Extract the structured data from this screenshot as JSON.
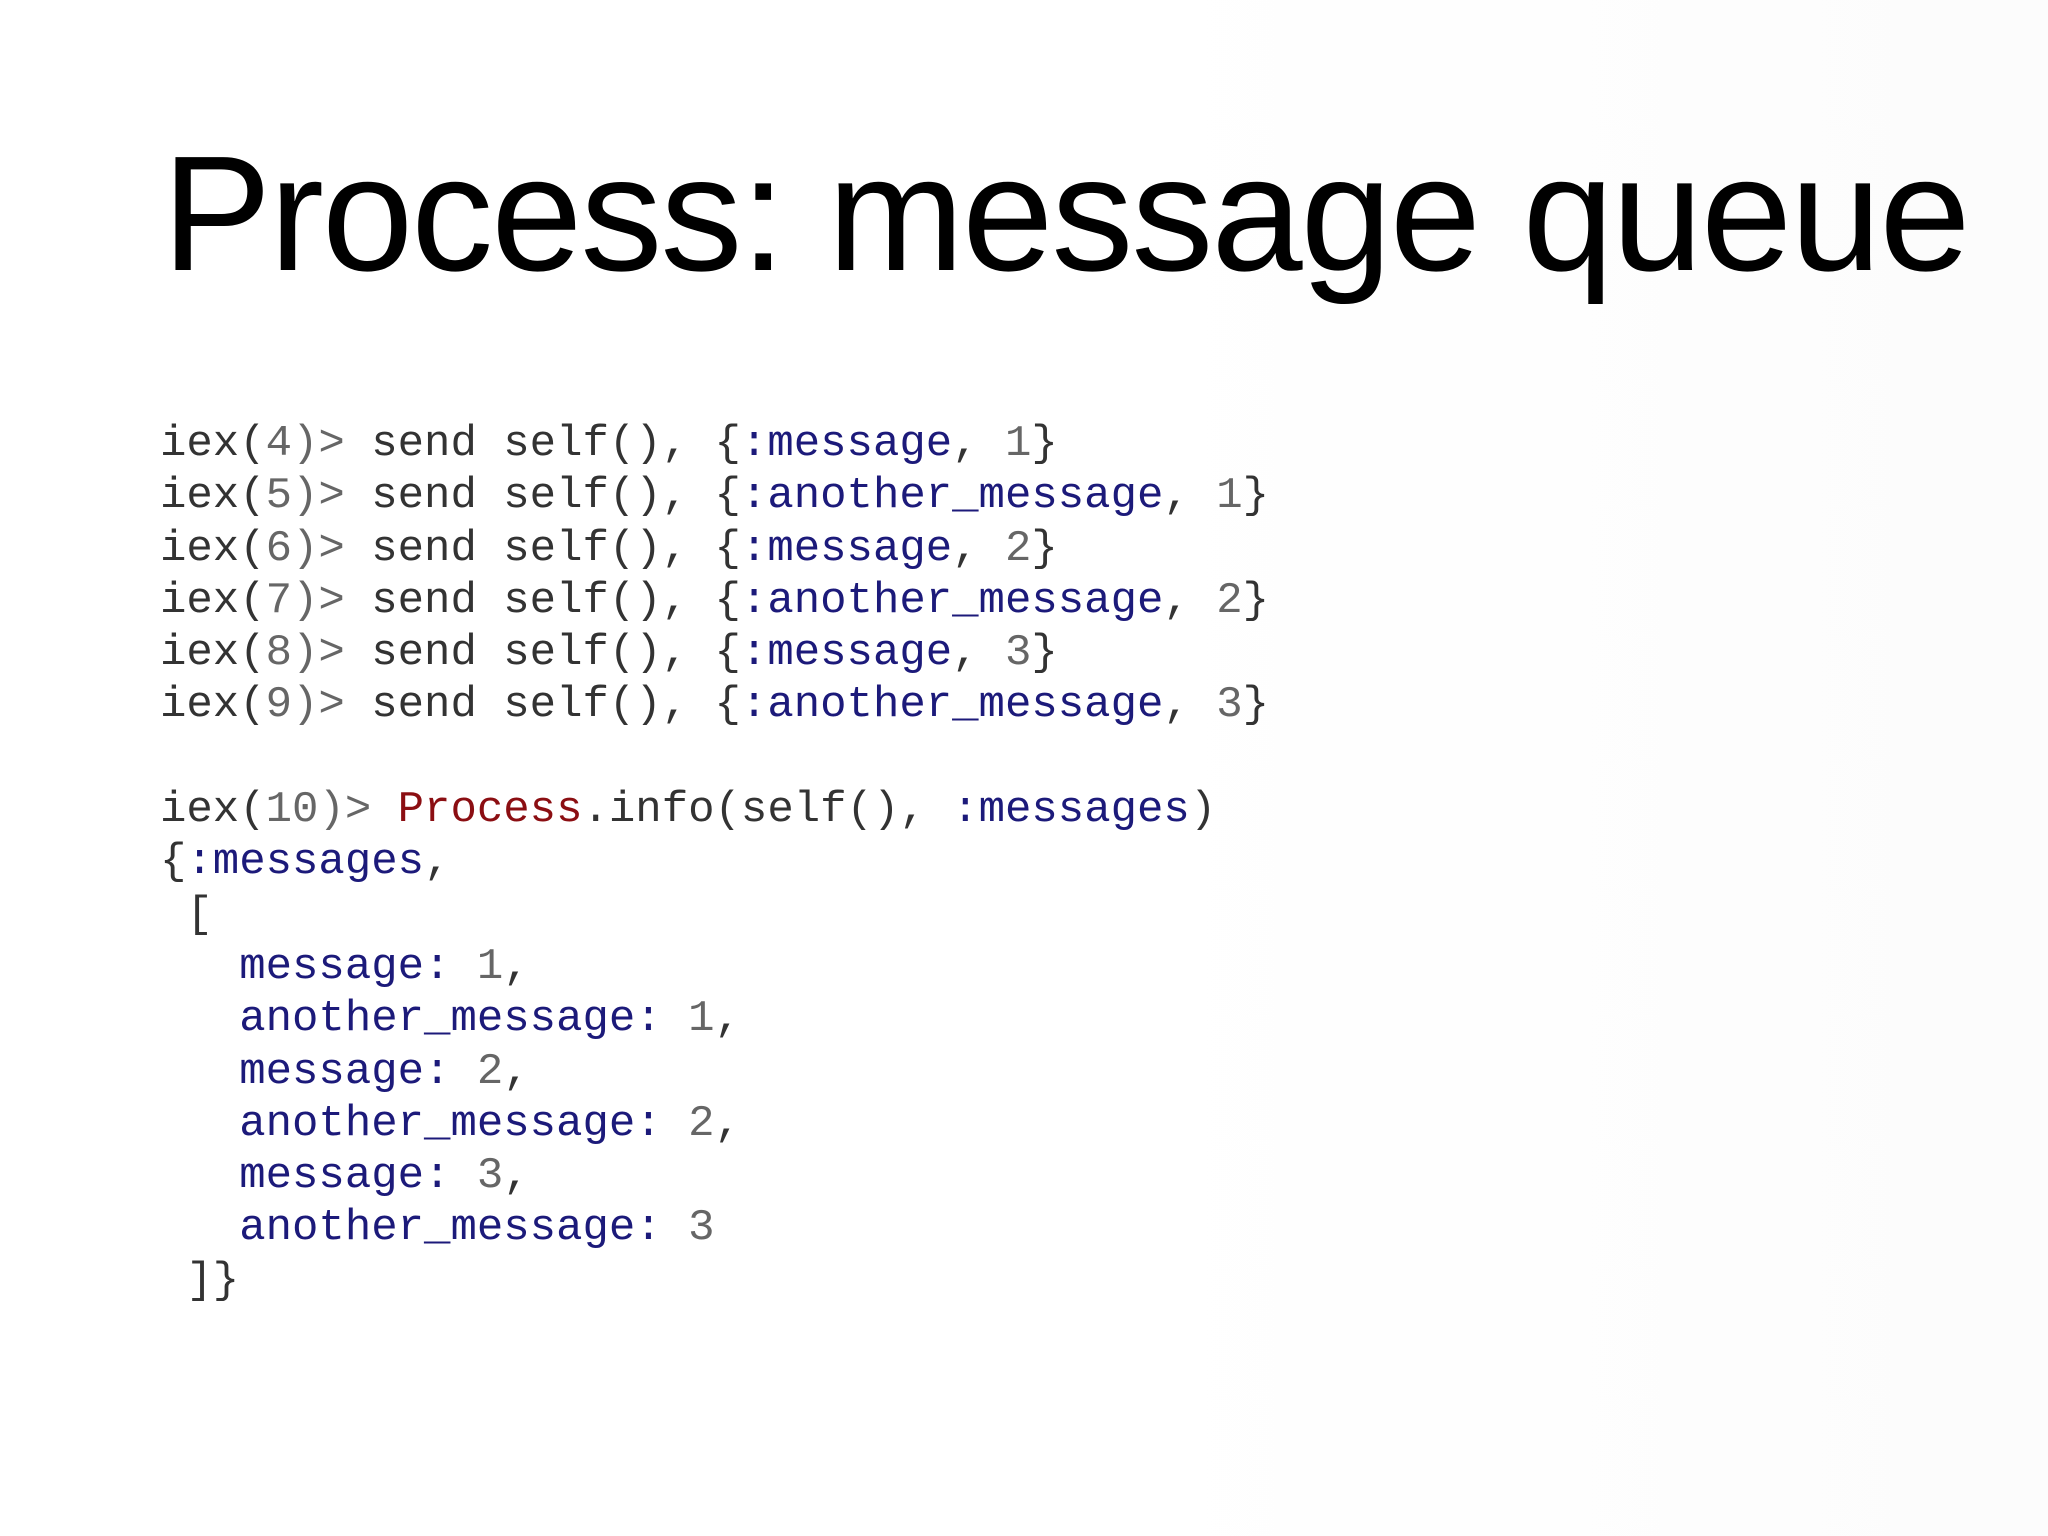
{
  "title": "Process: message queue",
  "colors": {
    "text": "#333333",
    "muted": "#666666",
    "atom": "#1c1a7a",
    "module": "#8b0e12"
  },
  "code_lines": [
    [
      {
        "t": "iex(",
        "c": "plain"
      },
      {
        "t": "4",
        "c": "number"
      },
      {
        "t": ")>",
        "c": "prompt"
      },
      {
        "t": " send self(), {",
        "c": "plain"
      },
      {
        "t": ":message",
        "c": "atom"
      },
      {
        "t": ", ",
        "c": "plain"
      },
      {
        "t": "1",
        "c": "number"
      },
      {
        "t": "}",
        "c": "plain"
      }
    ],
    [
      {
        "t": "iex(",
        "c": "plain"
      },
      {
        "t": "5",
        "c": "number"
      },
      {
        "t": ")>",
        "c": "prompt"
      },
      {
        "t": " send self(), {",
        "c": "plain"
      },
      {
        "t": ":another_message",
        "c": "atom"
      },
      {
        "t": ", ",
        "c": "plain"
      },
      {
        "t": "1",
        "c": "number"
      },
      {
        "t": "}",
        "c": "plain"
      }
    ],
    [
      {
        "t": "iex(",
        "c": "plain"
      },
      {
        "t": "6",
        "c": "number"
      },
      {
        "t": ")>",
        "c": "prompt"
      },
      {
        "t": " send self(), {",
        "c": "plain"
      },
      {
        "t": ":message",
        "c": "atom"
      },
      {
        "t": ", ",
        "c": "plain"
      },
      {
        "t": "2",
        "c": "number"
      },
      {
        "t": "}",
        "c": "plain"
      }
    ],
    [
      {
        "t": "iex(",
        "c": "plain"
      },
      {
        "t": "7",
        "c": "number"
      },
      {
        "t": ")>",
        "c": "prompt"
      },
      {
        "t": " send self(), {",
        "c": "plain"
      },
      {
        "t": ":another_message",
        "c": "atom"
      },
      {
        "t": ", ",
        "c": "plain"
      },
      {
        "t": "2",
        "c": "number"
      },
      {
        "t": "}",
        "c": "plain"
      }
    ],
    [
      {
        "t": "iex(",
        "c": "plain"
      },
      {
        "t": "8",
        "c": "number"
      },
      {
        "t": ")>",
        "c": "prompt"
      },
      {
        "t": " send self(), {",
        "c": "plain"
      },
      {
        "t": ":message",
        "c": "atom"
      },
      {
        "t": ", ",
        "c": "plain"
      },
      {
        "t": "3",
        "c": "number"
      },
      {
        "t": "}",
        "c": "plain"
      }
    ],
    [
      {
        "t": "iex(",
        "c": "plain"
      },
      {
        "t": "9",
        "c": "number"
      },
      {
        "t": ")>",
        "c": "prompt"
      },
      {
        "t": " send self(), {",
        "c": "plain"
      },
      {
        "t": ":another_message",
        "c": "atom"
      },
      {
        "t": ", ",
        "c": "plain"
      },
      {
        "t": "3",
        "c": "number"
      },
      {
        "t": "}",
        "c": "plain"
      }
    ],
    [],
    [
      {
        "t": "iex(",
        "c": "plain"
      },
      {
        "t": "10",
        "c": "number"
      },
      {
        "t": ")>",
        "c": "prompt"
      },
      {
        "t": " ",
        "c": "plain"
      },
      {
        "t": "Process",
        "c": "module"
      },
      {
        "t": ".info(self(), ",
        "c": "plain"
      },
      {
        "t": ":messages",
        "c": "atom"
      },
      {
        "t": ")",
        "c": "plain"
      }
    ],
    [
      {
        "t": "{",
        "c": "plain"
      },
      {
        "t": ":messages",
        "c": "atom"
      },
      {
        "t": ",",
        "c": "plain"
      }
    ],
    [
      {
        "t": " [",
        "c": "plain"
      }
    ],
    [
      {
        "t": "   ",
        "c": "plain"
      },
      {
        "t": "message:",
        "c": "atom"
      },
      {
        "t": " ",
        "c": "plain"
      },
      {
        "t": "1",
        "c": "number"
      },
      {
        "t": ",",
        "c": "plain"
      }
    ],
    [
      {
        "t": "   ",
        "c": "plain"
      },
      {
        "t": "another_message:",
        "c": "atom"
      },
      {
        "t": " ",
        "c": "plain"
      },
      {
        "t": "1",
        "c": "number"
      },
      {
        "t": ",",
        "c": "plain"
      }
    ],
    [
      {
        "t": "   ",
        "c": "plain"
      },
      {
        "t": "message:",
        "c": "atom"
      },
      {
        "t": " ",
        "c": "plain"
      },
      {
        "t": "2",
        "c": "number"
      },
      {
        "t": ",",
        "c": "plain"
      }
    ],
    [
      {
        "t": "   ",
        "c": "plain"
      },
      {
        "t": "another_message:",
        "c": "atom"
      },
      {
        "t": " ",
        "c": "plain"
      },
      {
        "t": "2",
        "c": "number"
      },
      {
        "t": ",",
        "c": "plain"
      }
    ],
    [
      {
        "t": "   ",
        "c": "plain"
      },
      {
        "t": "message:",
        "c": "atom"
      },
      {
        "t": " ",
        "c": "plain"
      },
      {
        "t": "3",
        "c": "number"
      },
      {
        "t": ",",
        "c": "plain"
      }
    ],
    [
      {
        "t": "   ",
        "c": "plain"
      },
      {
        "t": "another_message:",
        "c": "atom"
      },
      {
        "t": " ",
        "c": "plain"
      },
      {
        "t": "3",
        "c": "number"
      }
    ],
    [
      {
        "t": " ]}",
        "c": "plain"
      }
    ]
  ]
}
